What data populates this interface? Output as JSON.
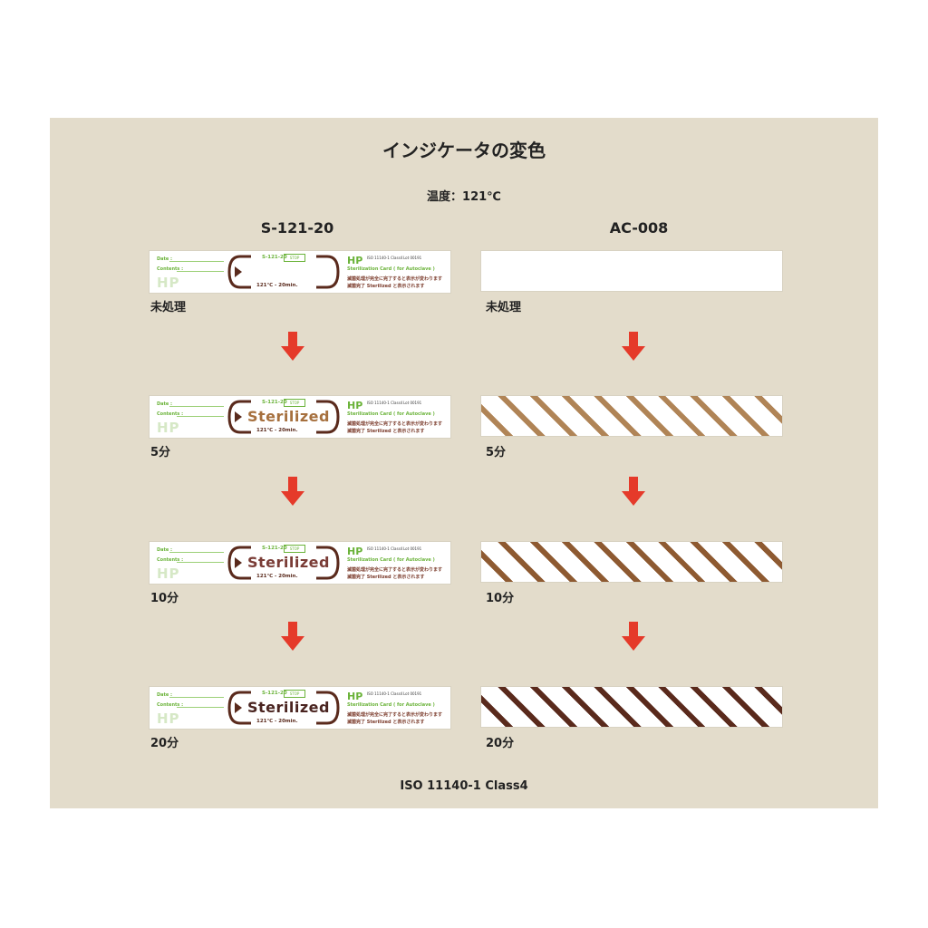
{
  "title": "インジケータの変色",
  "temperature": "温度：121℃",
  "columns": [
    {
      "name": "S-121-20"
    },
    {
      "name": "AC-008"
    }
  ],
  "stages": [
    {
      "label": "未処理",
      "card_text": "",
      "card_color": "#ffffff",
      "strip_color": null
    },
    {
      "label": "5分",
      "card_text": "Sterilized",
      "card_color": "#a6703e",
      "strip_color": "#b08456"
    },
    {
      "label": "10分",
      "card_text": "Sterilized",
      "card_color": "#7a3c36",
      "strip_color": "#8e5a31"
    },
    {
      "label": "20分",
      "card_text": "Sterilized",
      "card_color": "#4a2420",
      "strip_color": "#5a2a1c"
    }
  ],
  "card": {
    "date_label": "Date :",
    "contents_label": "Contents :",
    "hp_big": "HP",
    "code": "S-121-20",
    "box_text": "STOP",
    "temp_time": "121℃ - 20min.",
    "hp_small": "HP",
    "iso": "ISO 11140-1 Class4",
    "lot": "Lot 00191",
    "steril_card": "Sterilization Card ( for Autoclave )",
    "jp1": "滅菌処理が完全に完了すると表示が変わります",
    "jp2": "滅菌完了  Sterilized  と表示されます"
  },
  "frame_color": "#5a2a1c",
  "accent_green": "#6bb33a",
  "arrow_color": "#e53a2a",
  "arrow_icon": "down-arrow",
  "footer": "ISO 11140-1 Class4"
}
